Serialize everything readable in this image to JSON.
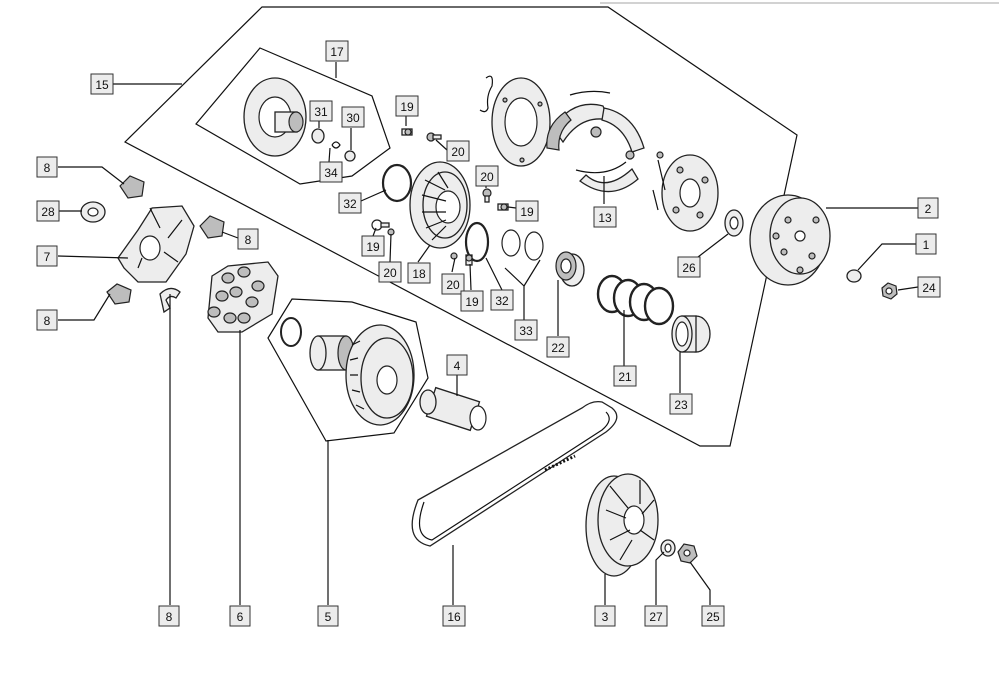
{
  "diagram": {
    "labels": [
      {
        "id": "l17",
        "text": "17"
      },
      {
        "id": "l15",
        "text": "15"
      },
      {
        "id": "l31",
        "text": "31"
      },
      {
        "id": "l30",
        "text": "30"
      },
      {
        "id": "l34",
        "text": "34"
      },
      {
        "id": "l19a",
        "text": "19"
      },
      {
        "id": "l20a",
        "text": "20"
      },
      {
        "id": "l32a",
        "text": "32"
      },
      {
        "id": "l20b",
        "text": "20"
      },
      {
        "id": "l19b",
        "text": "19"
      },
      {
        "id": "l13",
        "text": "13"
      },
      {
        "id": "l2",
        "text": "2"
      },
      {
        "id": "l1",
        "text": "1"
      },
      {
        "id": "l24",
        "text": "24"
      },
      {
        "id": "l26",
        "text": "26"
      },
      {
        "id": "l8a",
        "text": "8"
      },
      {
        "id": "l28",
        "text": "28"
      },
      {
        "id": "l8b",
        "text": "8"
      },
      {
        "id": "l7",
        "text": "7"
      },
      {
        "id": "l8c",
        "text": "8"
      },
      {
        "id": "l19c",
        "text": "19"
      },
      {
        "id": "l20c",
        "text": "20"
      },
      {
        "id": "l18",
        "text": "18"
      },
      {
        "id": "l20d",
        "text": "20"
      },
      {
        "id": "l19d",
        "text": "19"
      },
      {
        "id": "l32b",
        "text": "32"
      },
      {
        "id": "l33",
        "text": "33"
      },
      {
        "id": "l22",
        "text": "22"
      },
      {
        "id": "l21",
        "text": "21"
      },
      {
        "id": "l23",
        "text": "23"
      },
      {
        "id": "l4",
        "text": "4"
      },
      {
        "id": "l8d",
        "text": "8"
      },
      {
        "id": "l6",
        "text": "6"
      },
      {
        "id": "l5",
        "text": "5"
      },
      {
        "id": "l16",
        "text": "16"
      },
      {
        "id": "l3",
        "text": "3"
      },
      {
        "id": "l27",
        "text": "27"
      },
      {
        "id": "l25",
        "text": "25"
      }
    ]
  }
}
